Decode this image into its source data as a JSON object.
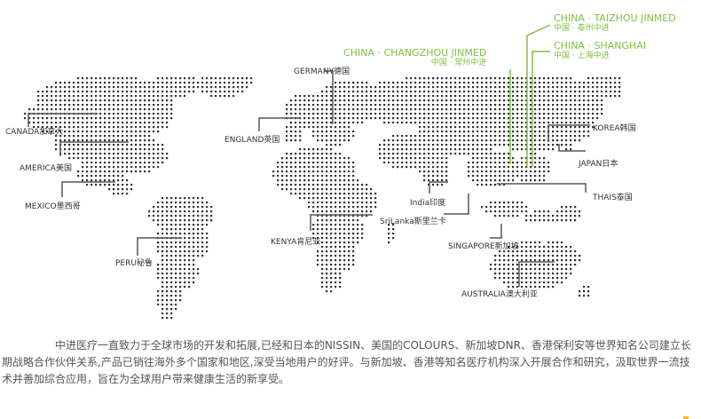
{
  "map": {
    "dot_color": "#333333",
    "line_color": "#555555",
    "highlight_color": "#7dc242",
    "labels": [
      {
        "id": "canada",
        "text": "CANADA加拿大"
      },
      {
        "id": "america",
        "text": "AMERICA美国"
      },
      {
        "id": "mexico",
        "text": "MEXICO墨西哥"
      },
      {
        "id": "peru",
        "text": "PERU秘鲁"
      },
      {
        "id": "germany",
        "text": "GERMANY德国"
      },
      {
        "id": "england",
        "text": "ENGLAND英国"
      },
      {
        "id": "kenya",
        "text": "KENYA肯尼亚"
      },
      {
        "id": "india",
        "text": "India印度"
      },
      {
        "id": "srilanka",
        "text": "SriLanka斯里兰卡"
      },
      {
        "id": "singapore",
        "text": "SINGAPORE新加坡"
      },
      {
        "id": "australia",
        "text": "AUSTRALIA澳大利亚"
      },
      {
        "id": "thais",
        "text": "THAIS泰国"
      },
      {
        "id": "japan",
        "text": "JAPAN日本"
      },
      {
        "id": "korea",
        "text": "KOREA韩国"
      }
    ],
    "highlights": [
      {
        "id": "changzhou",
        "en": "CHINA · CHANGZHOU JINMED",
        "cn": "中国 · 常州中进"
      },
      {
        "id": "taizhou",
        "en": "CHINA · TAIZHOU JINMED",
        "cn": "中国 · 泰州中进"
      },
      {
        "id": "shanghai",
        "en": "CHINA · SHANGHAI",
        "cn": "中国 · 上海中进"
      }
    ]
  },
  "description": "中进医疗一直致力于全球市场的开发和拓展,已经和日本的NISSIN、美国的COLOURS、新加坡DNR、香港保利安等世界知名公司建立长期战略合作伙伴关系,产品已销往海外多个国家和地区,深受当地用户的好评。与新加坡、香港等知名医疗机构深入开展合作和研究，汲取世界一流技术并善加综合应用，旨在为全球用户带来健康生活的新享受。"
}
